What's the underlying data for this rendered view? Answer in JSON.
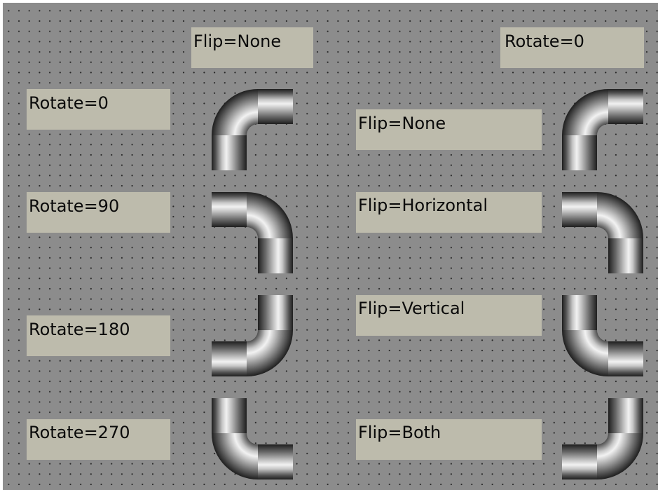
{
  "column_headers": {
    "left": "Flip=None",
    "right": "Rotate=0"
  },
  "rotate_labels": [
    "Rotate=0",
    "Rotate=90",
    "Rotate=180",
    "Rotate=270"
  ],
  "flip_labels": [
    "Flip=None",
    "Flip=Horizontal",
    "Flip=Vertical",
    "Flip=Both"
  ],
  "pipe_elbows": {
    "left_column": {
      "flip": "None",
      "rotations": [
        0,
        90,
        180,
        270
      ]
    },
    "right_column": {
      "rotate": 0,
      "flips": [
        "None",
        "Horizontal",
        "Vertical",
        "Both"
      ]
    }
  },
  "colors": {
    "background": "#8c8c8c",
    "grid_dots": "#262626",
    "label_fill": "#bdbbac",
    "text": "#0a0a0a"
  }
}
